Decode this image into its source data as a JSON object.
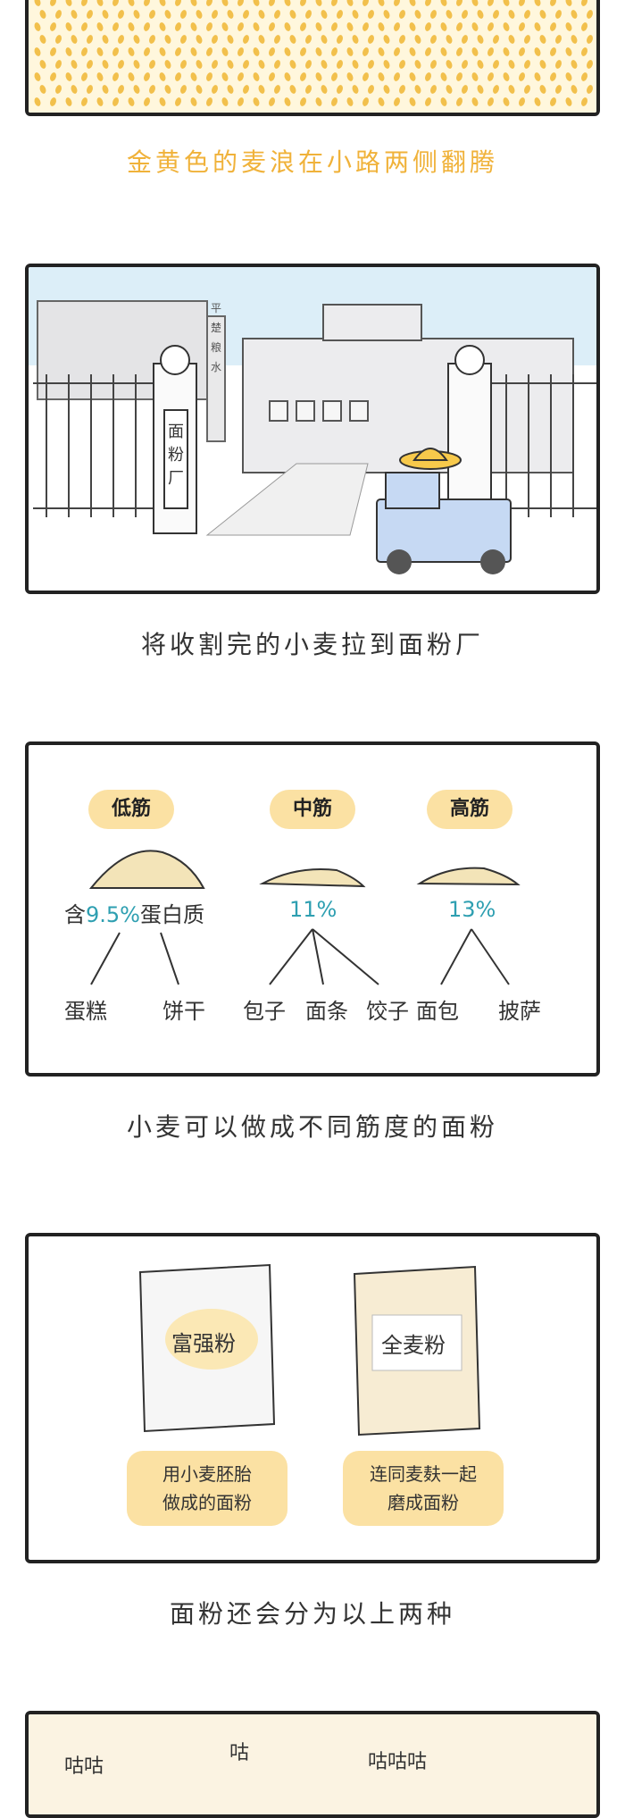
{
  "captions": {
    "c1": "金黄色的麦浪在小路两侧翻腾",
    "c2": "将收割完的小麦拉到面粉厂",
    "c3": "小麦可以做成不同筋度的面粉",
    "c4": "面粉还会分为以上两种"
  },
  "factory": {
    "sign": "面粉厂",
    "building_sign": "平楚粮水"
  },
  "flour_types": [
    {
      "name": "低筋",
      "protein": "9.5%",
      "protein_prefix": "含",
      "protein_suffix": "蛋白质",
      "foods": [
        "蛋糕",
        "饼干"
      ]
    },
    {
      "name": "中筋",
      "protein": "11%",
      "foods": [
        "包子",
        "面条",
        "饺子"
      ]
    },
    {
      "name": "高筋",
      "protein": "13%",
      "foods": [
        "面包",
        "披萨"
      ]
    }
  ],
  "bags": [
    {
      "label": "富强粉",
      "note_line1": "用小麦胚胎",
      "note_line2": "做成的面粉"
    },
    {
      "label": "全麦粉",
      "note_line1": "连同麦麸一起",
      "note_line2": "磨成面粉"
    }
  ],
  "sounds": [
    "咕咕",
    "咕",
    "咕咕咕"
  ],
  "colors": {
    "gold": "#f0b23a",
    "pill": "#fbe1a3",
    "teal": "#2e9fb1",
    "sky": "#dceef8"
  }
}
